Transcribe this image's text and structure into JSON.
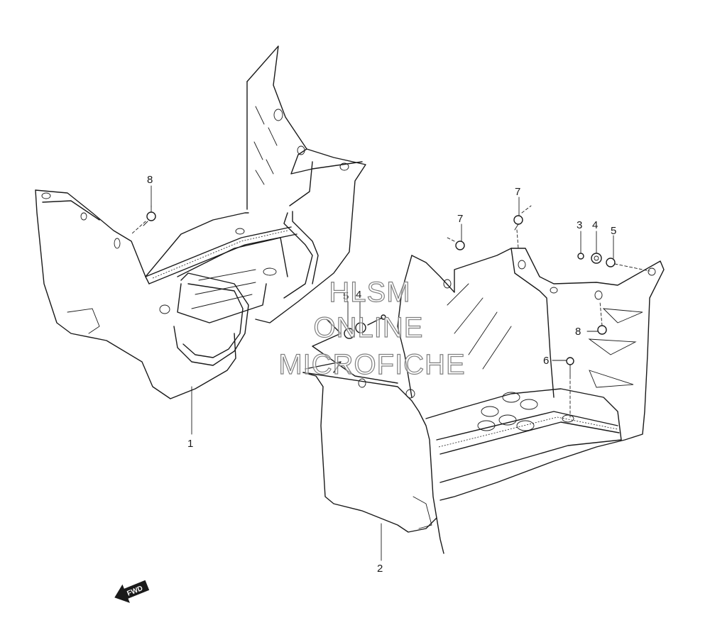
{
  "callouts": {
    "c1": "1",
    "c2": "2",
    "c3": "3",
    "c4a": "4",
    "c4b": "4",
    "c5a": "5",
    "c5b": "5",
    "c6": "6",
    "c7a": "7",
    "c7b": "7",
    "c8a": "8",
    "c8b": "8"
  },
  "watermark": {
    "line1": "HLSM",
    "line2": "ONLINE",
    "line3": "MICROFICHE"
  },
  "fwd_label": "FWD"
}
